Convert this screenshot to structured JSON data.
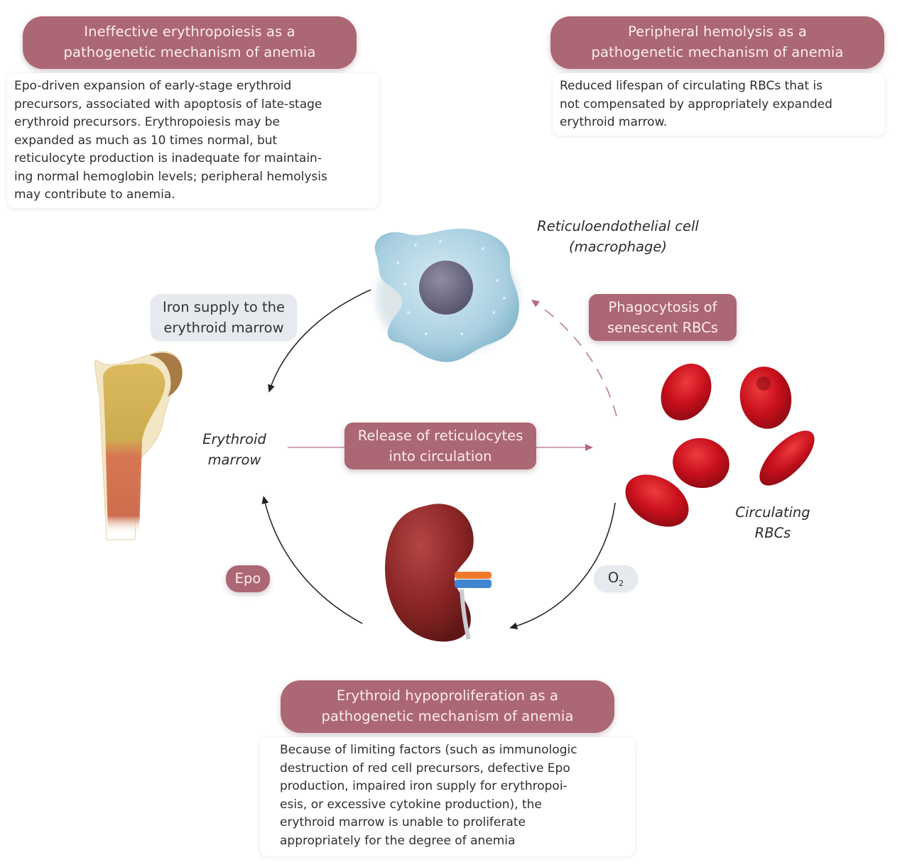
{
  "panels": {
    "ineffective": {
      "title": [
        "Ineffective erythropoiesis as a",
        "pathogenetic mechanism of anemia"
      ],
      "body": [
        "Epo-driven expansion of early-stage erythroid",
        "precursors, associated with apoptosis of late-stage",
        "erythroid precursors. Erythropoiesis may be",
        "expanded as much as 10 times normal, but",
        "reticulocyte production is inadequate for maintain-",
        "ing normal hemoglobin levels; peripheral hemolysis",
        "may contribute to anemia."
      ]
    },
    "hemolysis": {
      "title": [
        "Peripheral hemolysis as a",
        "pathogenetic mechanism of anemia"
      ],
      "body": [
        "Reduced lifespan of circulating RBCs that is",
        "not compensated by appropriately expanded",
        "erythroid marrow."
      ]
    },
    "hypoproliferation": {
      "title": [
        "Erythroid hypoproliferation as a",
        "pathogenetic mechanism of anemia"
      ],
      "body": [
        "Because of limiting factors (such as immunologic",
        "destruction of red cell precursors, defective Epo",
        "production, impaired iron supply for erythropoi-",
        "esis, or excessive cytokine production), the",
        "erythroid marrow is unable to proliferate",
        "appropriately for the degree of anemia"
      ]
    }
  },
  "cycle": {
    "macrophage_label": [
      "Reticuloendothelial cell",
      "(macrophage)"
    ],
    "iron_supply": [
      "Iron supply to the",
      "erythroid marrow"
    ],
    "phagocytosis": [
      "Phagocytosis of",
      "senescent RBCs"
    ],
    "marrow_label": [
      "Erythroid",
      "marrow"
    ],
    "release": [
      "Release of reticulocytes",
      "into circulation"
    ],
    "rbc_label": [
      "Circulating",
      "RBCs"
    ],
    "epo": "Epo",
    "o2": "O",
    "o2_sub": "2"
  },
  "colors": {
    "pill": "#ac6774",
    "pill_text": "#fbecee",
    "gray_pill": "#e6e9ee",
    "rbc": "#c8101c",
    "kidney": "#8a2525",
    "macrophage": "#a9cfe0",
    "nucleus": "#6e6c85"
  }
}
